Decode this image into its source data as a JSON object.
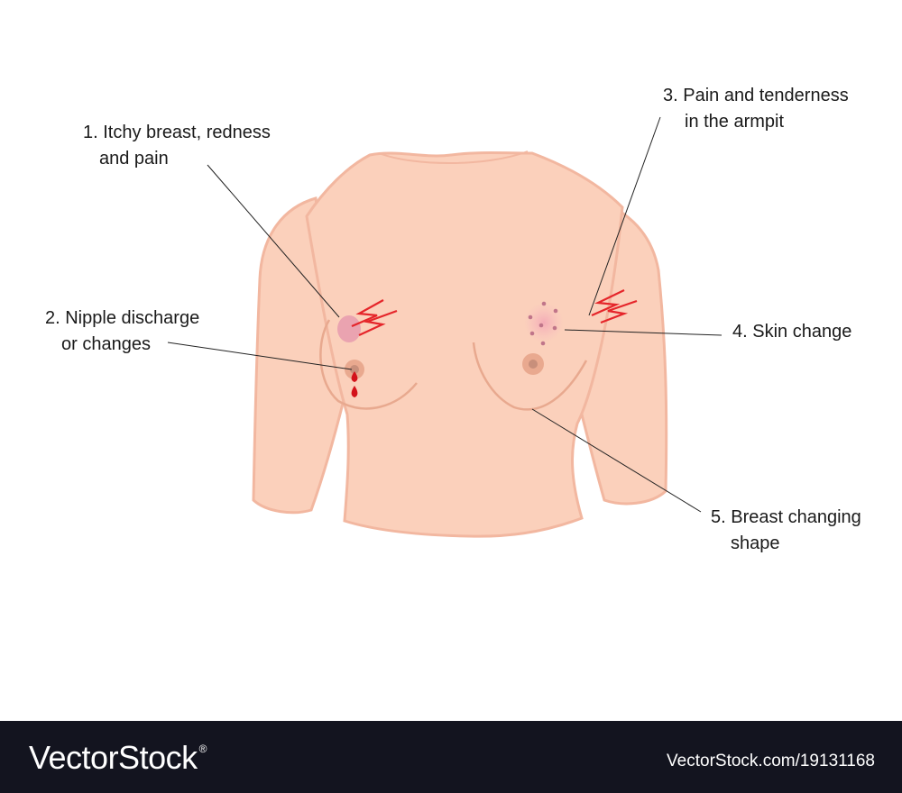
{
  "labels": {
    "item1": {
      "line1": "1. Itchy breast, redness",
      "line2": "and pain"
    },
    "item2": {
      "line1": "2. Nipple discharge",
      "line2": "or changes"
    },
    "item3": {
      "line1": "3. Pain and tenderness",
      "line2": "in the armpit"
    },
    "item4": {
      "line1": "4. Skin change"
    },
    "item5": {
      "line1": "5. Breast changing",
      "line2": "shape"
    }
  },
  "footer": {
    "brand": "VectorStock",
    "registered": "®",
    "image_ref": "VectorStock.com/19131168"
  },
  "colors": {
    "skin": "#fbd0bb",
    "skin_outline": "#f2b7a0",
    "contour": "#e8a98f",
    "areola": "#e9a98f",
    "nipple": "#c88f7b",
    "redness": "#eaa3b0",
    "pain_mark": "#e5252a",
    "blood": "#d3121a",
    "footer_bg": "#13141f"
  },
  "icons": [
    "pain-zigzag-icon",
    "blood-drop-icon"
  ]
}
